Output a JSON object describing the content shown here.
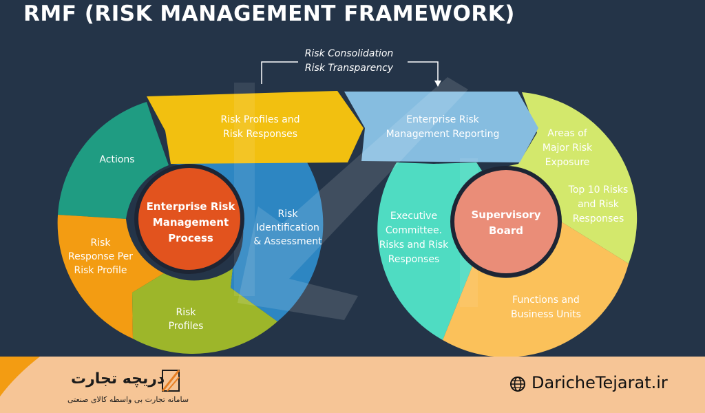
{
  "title": "RMF (RISK MANAGEMENT FRAMEWORK)",
  "consolidation": {
    "line1": "Risk Consolidation",
    "line2": "Risk Transparency"
  },
  "arrows": {
    "profiles": [
      "Risk Profiles and",
      "Risk Responses"
    ],
    "reporting": [
      "Enterprise Risk",
      "Management Reporting"
    ]
  },
  "left_cycle": {
    "center": [
      "Enterprise Risk",
      "Management",
      "Process"
    ],
    "actions": [
      "Actions"
    ],
    "response": [
      "Risk",
      "Response Per",
      "Risk Profile"
    ],
    "profiles": [
      "Risk",
      "Profiles"
    ],
    "identification": [
      "Risk",
      "Identification",
      "& Assessment"
    ]
  },
  "right_cycle": {
    "center": [
      "Supervisory",
      "Board"
    ],
    "executive": [
      "Executive",
      "Committee.",
      "Risks and Risk",
      "Responses"
    ],
    "areas": [
      "Areas of",
      "Major Risk",
      "Exposure"
    ],
    "top10": [
      "Top 10 Risks",
      "and Risk",
      "Responses"
    ],
    "functions": [
      "Functions and",
      "Business Units"
    ]
  },
  "footer": {
    "brand_name": "دریچه تجارت",
    "brand_sub": "سامانه تجارت بی واسطه کالای صنعتی",
    "site": "DaricheTejarat.ir",
    "globe_icon": "globe-icon"
  },
  "colors": {
    "background": "#243448",
    "actions": "#1f9c82",
    "response": "#f39c12",
    "profiles": "#9db62a",
    "identification": "#2d86c2",
    "profiles_arrow": "#f2c010",
    "reporting_arrow": "#86bde0",
    "center_left": "#e2531e",
    "executive": "#4fdcc2",
    "areas": "#d3e86c",
    "functions": "#fbc15a",
    "center_right": "#ea8d78",
    "footer": "#f6c596"
  }
}
